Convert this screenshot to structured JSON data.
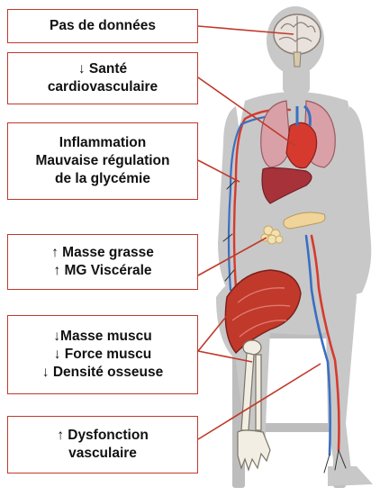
{
  "colors": {
    "box_border": "#c0392b",
    "leader_line": "#c0392b",
    "silhouette": "#c8c8c8",
    "chair": "#bdbdbd",
    "muscle": "#c0392b",
    "artery": "#d63a2f",
    "vein": "#3a6fc2",
    "lungs": "#d9a0a8",
    "liver": "#a8323a",
    "pancreas": "#f0d49a"
  },
  "labels": [
    {
      "lines": [
        "Pas de données"
      ]
    },
    {
      "lines": [
        "↓ Santé",
        "cardiovasculaire"
      ]
    },
    {
      "lines": [
        "Inflammation",
        "Mauvaise régulation",
        "de la glycémie"
      ]
    },
    {
      "lines": [
        "↑ Masse grasse",
        "↑ MG Viscérale"
      ]
    },
    {
      "lines": [
        "↓Masse muscu",
        "↓ Force muscu",
        "↓ Densité osseuse"
      ]
    },
    {
      "lines": [
        "↑ Dysfonction",
        "vasculaire"
      ]
    }
  ],
  "icons": {
    "brain": "brain-icon",
    "heart_lungs": "heart-lungs-icon",
    "liver": "liver-icon",
    "pancreas": "pancreas-icon",
    "fat": "fat-tissue-icon",
    "thigh_muscle": "thigh-muscle-icon",
    "skeleton_leg": "leg-bones-icon",
    "vessels": "blood-vessels-icon",
    "body": "seated-body-silhouette",
    "chair": "chair-icon"
  }
}
